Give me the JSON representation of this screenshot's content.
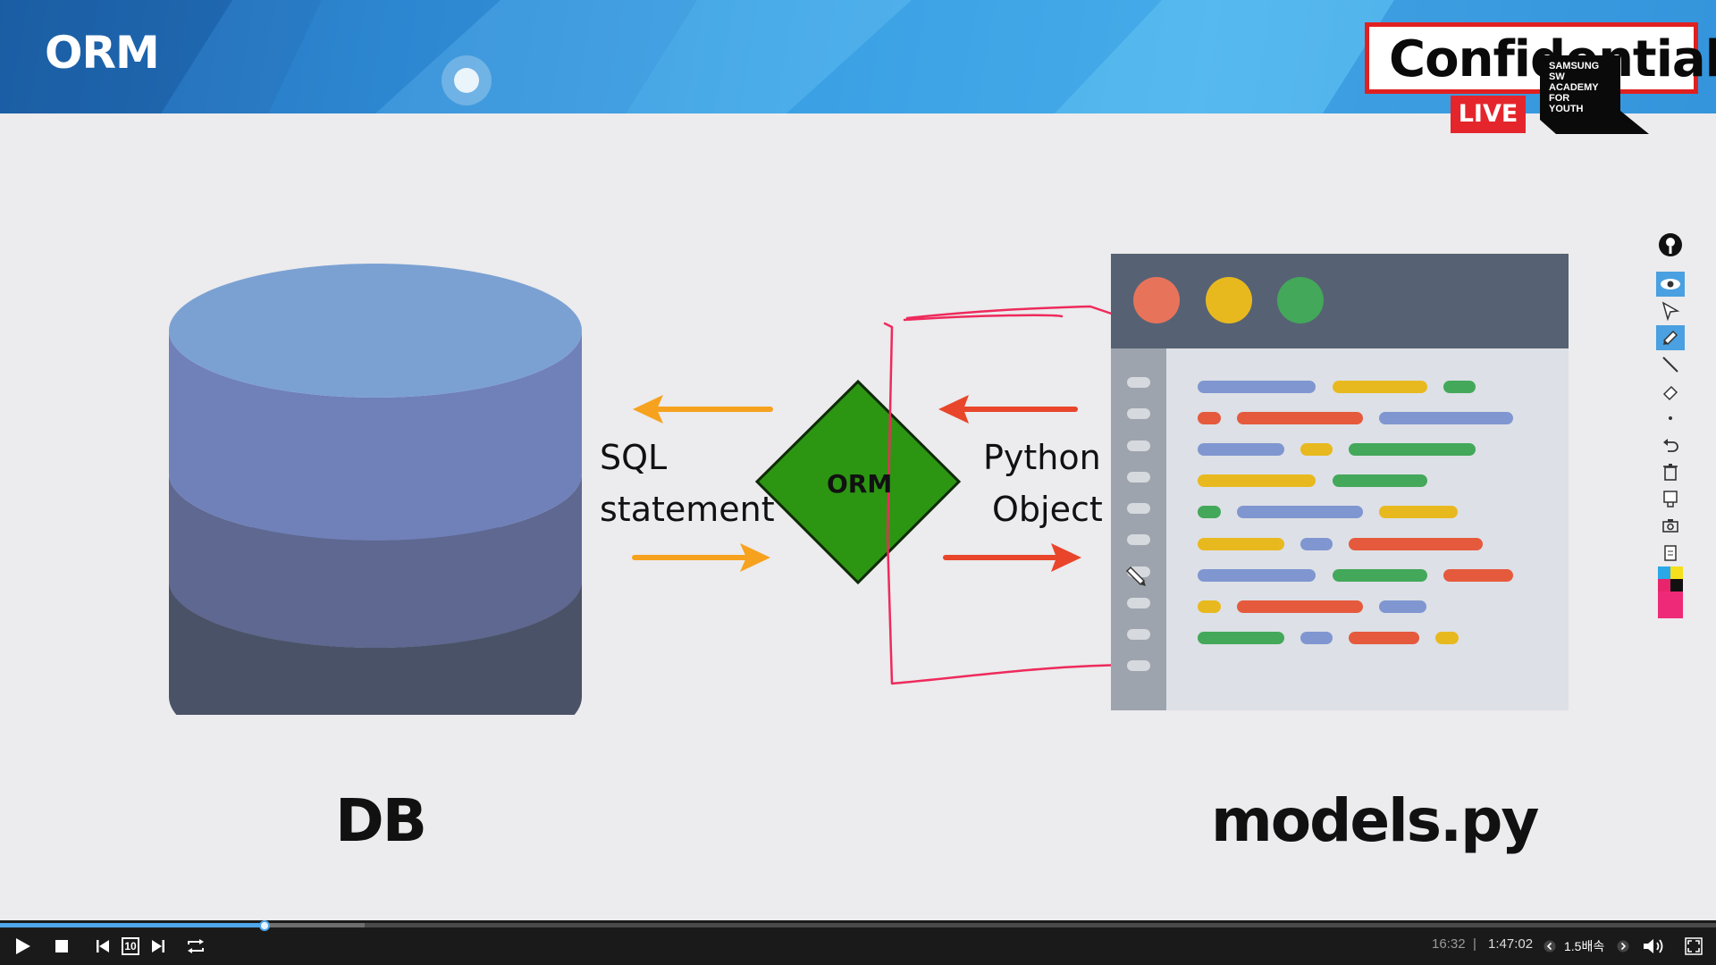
{
  "header": {
    "slide_title": "ORM",
    "confidential": "Confidential",
    "live_badge": "LIVE",
    "academy_lines": [
      "SAMSUNG",
      "SW",
      "ACADEMY",
      "FOR",
      "YOUTH"
    ]
  },
  "diagram": {
    "db_label": "DB",
    "models_label": "models.py",
    "orm_label": "ORM",
    "sql_line1": "SQL",
    "sql_line2": "statement",
    "python_line1": "Python",
    "python_line2": "Object",
    "colors": {
      "db_top": "#7ba1d3",
      "db_layer1": "#7080b8",
      "db_layer2": "#5e6890",
      "db_layer3": "#4a5268",
      "orm_green": "#2c9612",
      "arrow_orange": "#f6a21e",
      "arrow_red": "#e8452a",
      "annotation_pink": "#ee2a5c"
    }
  },
  "code_window": {
    "window_dots": [
      "#e8735b",
      "#e8b91f",
      "#43a85a"
    ]
  },
  "toolbar": {
    "tools": [
      "pin-icon",
      "eye-icon",
      "pointer-icon",
      "pen-icon",
      "line-icon",
      "eraser-icon",
      "dot-icon",
      "undo-icon",
      "trash-icon",
      "stamp-icon",
      "camera-icon",
      "clipboard-icon",
      "color-palette"
    ]
  },
  "player": {
    "current_time": "16:32",
    "separator": "|",
    "total_time": "1:47:02",
    "speed": "1.5배속",
    "skip_seconds": "10",
    "progress": 0.154
  }
}
